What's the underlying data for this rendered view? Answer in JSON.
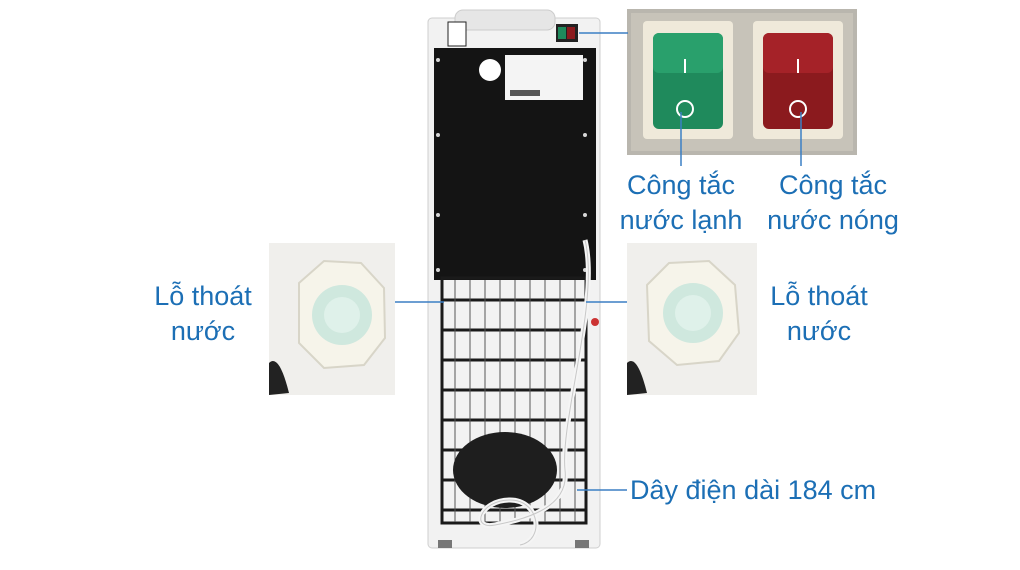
{
  "labels": {
    "cold_switch": [
      "Công tắc",
      "nước lạnh"
    ],
    "hot_switch": [
      "Công tắc",
      "nước nóng"
    ],
    "drain_left": [
      "Lỗ thoát",
      "nước"
    ],
    "drain_right": [
      "Lỗ thoát",
      "nước"
    ],
    "power_cord": "Dây điện dài 184 cm"
  },
  "colors": {
    "label_text": "#1c6fb5",
    "leader_line": "#3b7fc4",
    "cold_switch": "#1f8a5c",
    "hot_switch": "#8b1a1e",
    "cabinet_panel": "#141414",
    "cabinet_body": "#f2f2f2"
  },
  "icons": [
    "cold-switch-icon",
    "hot-switch-icon",
    "drain-plug-icon",
    "water-dispenser-icon",
    "power-plug-icon"
  ]
}
